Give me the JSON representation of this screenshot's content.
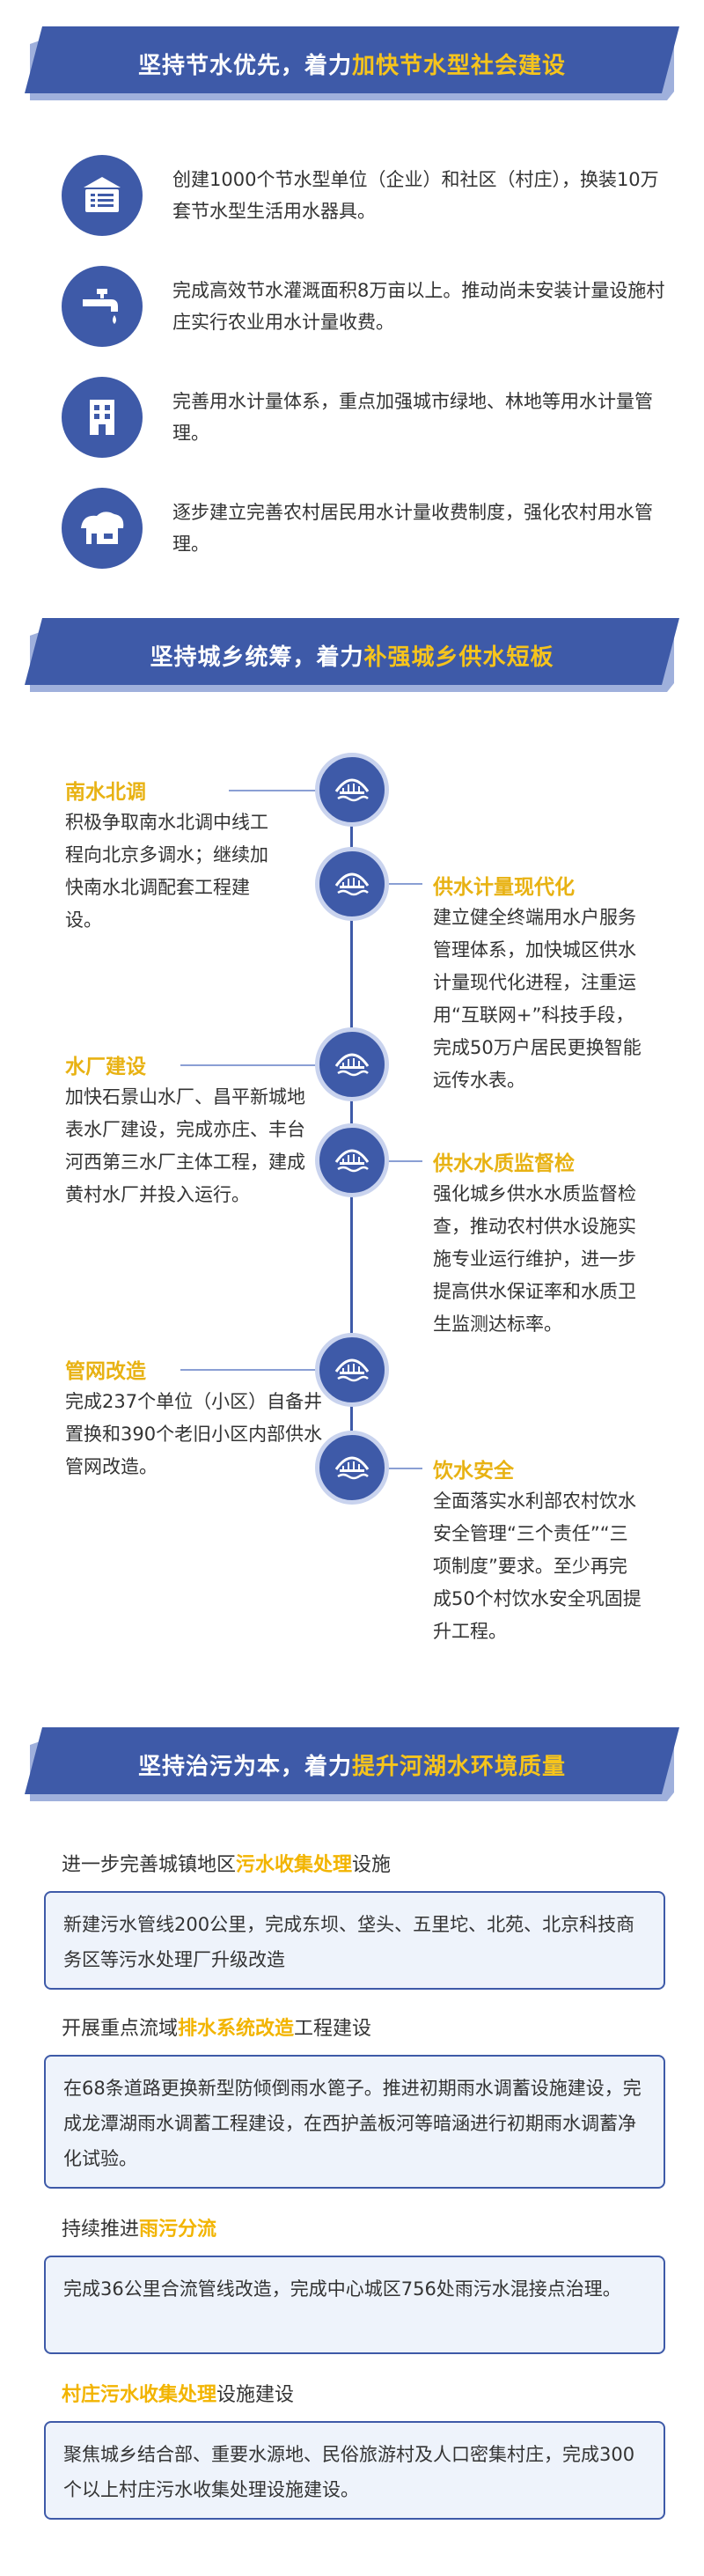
{
  "section1": {
    "banner": {
      "prefix": "坚持节水优先，着力",
      "highlight": "加快节水型社会建设"
    },
    "items": [
      {
        "icon": "document-list-icon",
        "text": "创建1000个节水型单位（企业）和社区（村庄），换装10万套节水型生活用水器具。"
      },
      {
        "icon": "faucet-icon",
        "text": "完成高效节水灌溉面积8万亩以上。推动尚未安装计量设施村庄实行农业用水计量收费。"
      },
      {
        "icon": "building-icon",
        "text": "完善用水计量体系，重点加强城市绿地、林地等用水计量管理。"
      },
      {
        "icon": "village-icon",
        "text": "逐步建立完善农村居民用水计量收费制度，强化农村用水管理。"
      }
    ]
  },
  "section2": {
    "banner": {
      "prefix": "坚持城乡统筹，着力",
      "highlight": "补强城乡供水短板"
    },
    "left": [
      {
        "title": "南水北调",
        "body": "积极争取南水北调中线工程向北京多调水；继续加快南水北调配套工程建设。"
      },
      {
        "title": "水厂建设",
        "body": "加快石景山水厂、昌平新城地表水厂建设，完成亦庄、丰台河西第三水厂主体工程，建成黄村水厂并投入运行。"
      },
      {
        "title": "管网改造",
        "body": "完成237个单位（小区）自备井置换和390个老旧小区内部供水管网改造。"
      }
    ],
    "right": [
      {
        "title": "供水计量现代化",
        "body": "建立健全终端用水户服务管理体系，加快城区供水计量现代化进程，注重运用“互联网+”科技手段，完成50万户居民更换智能远传水表。"
      },
      {
        "title": "供水水质监督检",
        "body": "强化城乡供水水质监督检查，推动农村供水设施实施专业运行维护，进一步提高供水保证率和水质卫生监测达标率。"
      },
      {
        "title": "饮水安全",
        "body": "全面落实水利部农村饮水安全管理“三个责任”“三项制度”要求。至少再完成50个村饮水安全巩固提升工程。"
      }
    ]
  },
  "section3": {
    "banner": {
      "prefix": "坚持治污为本，着力",
      "highlight": "提升河湖水环境质量"
    },
    "blocks": [
      {
        "head_pre": "进一步完善城镇地区",
        "head_hl": "污水收集处理",
        "head_post": "设施",
        "body": "新建污水管线200公里，完成东坝、垡头、五里坨、北苑、北京科技商务区等污水处理厂升级改造"
      },
      {
        "head_pre": "开展重点流域",
        "head_hl": "排水系统改造",
        "head_post": "工程建设",
        "body": "在68条道路更换新型防倾倒雨水篦子。推进初期雨水调蓄设施建设，完成龙潭湖雨水调蓄工程建设，在西护盖板河等暗涵进行初期雨水调蓄净化试验。"
      },
      {
        "head_pre": "持续推进",
        "head_hl": "雨污分流",
        "head_post": "",
        "body": "完成36公里合流管线改造，完成中心城区756处雨污水混接点治理。"
      },
      {
        "head_pre": "",
        "head_hl": "村庄污水收集处理",
        "head_post": "设施建设",
        "body": "聚焦城乡结合部、重要水源地、民俗旅游村及人口密集村庄，完成300个以上村庄污水收集处理设施建设。"
      }
    ]
  },
  "colors": {
    "primary": "#3e5aa8",
    "highlight": "#f6c41c",
    "title_gold": "#e8b213",
    "box_bg": "#eef3fb"
  }
}
